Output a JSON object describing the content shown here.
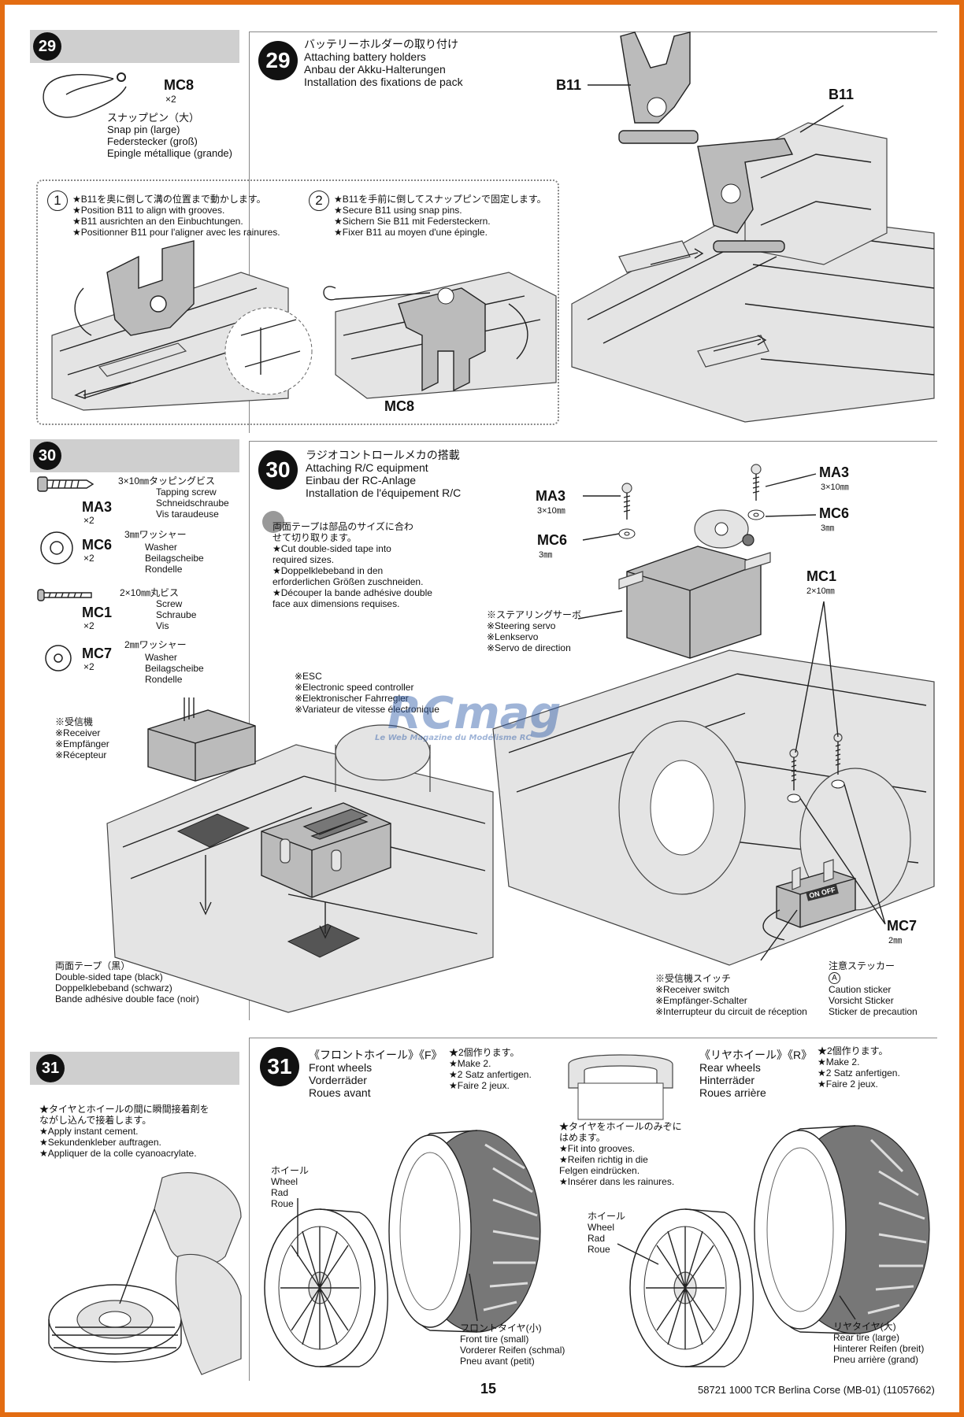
{
  "step29": {
    "number": "29",
    "part": {
      "code": "MC8",
      "qty": "×2",
      "jp": "スナップピン（大）",
      "en": "Snap pin (large)",
      "de": "Federstecker (groß)",
      "fr": "Epingle métallique (grande)"
    },
    "title_jp": "バッテリーホルダーの取り付け",
    "title_en": "Attaching battery holders",
    "title_de": "Anbau der Akku-Halterungen",
    "title_fr": "Installation des fixations de pack",
    "sub1": {
      "num": "1",
      "jp": "★B11を奥に倒して溝の位置まで動かします。",
      "en": "★Position B11 to align with grooves.",
      "de": "★B11 ausrichten an den Einbuchtungen.",
      "fr": "★Positionner B11 pour l'aligner avec les rainures."
    },
    "sub2": {
      "num": "2",
      "jp": "★B11を手前に倒してスナップピンで固定します。",
      "en": "★Secure B11 using snap pins.",
      "de": "★Sichern Sie B11 mit Federsteckern.",
      "fr": "★Fixer B11 au moyen d'une épingle."
    },
    "label_mc8": "MC8",
    "label_b11a": "B11",
    "label_b11b": "B11"
  },
  "step30": {
    "number": "30",
    "parts": [
      {
        "code": "MA3",
        "qty": "×2",
        "size": "3×10㎜タッピングビス",
        "en": "Tapping screw",
        "de": "Schneidschraube",
        "fr": "Vis taraudeuse"
      },
      {
        "code": "MC6",
        "qty": "×2",
        "size": "3㎜ワッシャー",
        "en": "Washer",
        "de": "Beilagscheibe",
        "fr": "Rondelle"
      },
      {
        "code": "MC1",
        "qty": "×2",
        "size": "2×10㎜丸ビス",
        "en": "Screw",
        "de": "Schraube",
        "fr": "Vis"
      },
      {
        "code": "MC7",
        "qty": "×2",
        "size": "2㎜ワッシャー",
        "en": "Washer",
        "de": "Beilagscheibe",
        "fr": "Rondelle"
      }
    ],
    "title_jp": "ラジオコントロールメカの搭載",
    "title_en": "Attaching R/C equipment",
    "title_de": "Einbau der RC-Anlage",
    "title_fr": "Installation de l'équipement R/C",
    "note_jp1": "両面テープは部品のサイズに合わ",
    "note_jp2": "せて切り取ります。",
    "note_en1": "★Cut double-sided tape into",
    "note_en2": "required sizes.",
    "note_de1": "★Doppelklebeband in den",
    "note_de2": "erforderlichen Größen zuschneiden.",
    "note_fr1": "★Découper la bande adhésive double",
    "note_fr2": "face aux dimensions requises.",
    "receiver": {
      "jp": "※受信機",
      "en": "※Receiver",
      "de": "※Empfänger",
      "fr": "※Récepteur"
    },
    "esc": {
      "jp": "※ESC",
      "en": "※Electronic speed controller",
      "de": "※Elektronischer Fahrregler",
      "fr": "※Variateur de vitesse électronique"
    },
    "tape": {
      "jp": "両面テープ（黒）",
      "en": "Double-sided tape (black)",
      "de": "Doppelklebeband (schwarz)",
      "fr": "Bande adhésive double face (noir)"
    },
    "servo": {
      "jp": "※ステアリングサーボ",
      "en": "※Steering servo",
      "de": "※Lenkservo",
      "fr": "※Servo de direction"
    },
    "switch": {
      "jp": "※受信機スイッチ",
      "en": "※Receiver switch",
      "de": "※Empfänger-Schalter",
      "fr": "※Interrupteur du circuit de réception"
    },
    "sticker": {
      "jp": "注意ステッカー",
      "letter": "A",
      "en": "Caution sticker",
      "de": "Vorsicht Sticker",
      "fr": "Sticker de precaution"
    },
    "callouts": {
      "ma3_left": "MA3",
      "ma3_left_size": "3×10㎜",
      "mc6_left": "MC6",
      "mc6_left_size": "3㎜",
      "ma3_right": "MA3",
      "ma3_right_size": "3×10㎜",
      "mc6_right": "MC6",
      "mc6_right_size": "3㎜",
      "mc1": "MC1",
      "mc1_size": "2×10㎜",
      "mc7": "MC7",
      "mc7_size": "2㎜",
      "switch_on": "ON",
      "switch_off": "OFF"
    }
  },
  "step31": {
    "number": "31",
    "cement_jp1": "★タイヤとホイールの間に瞬間接着剤を",
    "cement_jp2": "ながし込んで接着します。",
    "cement_en": "★Apply instant cement.",
    "cement_de": "★Sekundenkleber auftragen.",
    "cement_fr": "★Appliquer de la colle cyanoacrylate.",
    "front": {
      "jp": "《フロントホイール》《F》",
      "en": "Front wheels",
      "de": "Vorderräder",
      "fr": "Roues avant",
      "qty_jp": "★2個作ります。",
      "qty_en": "★Make 2.",
      "qty_de": "★2 Satz anfertigen.",
      "qty_fr": "★Faire 2 jeux."
    },
    "rear": {
      "jp": "《リヤホイール》《R》",
      "en": "Rear wheels",
      "de": "Hinterräder",
      "fr": "Roues arrière",
      "qty_jp": "★2個作ります。",
      "qty_en": "★Make 2.",
      "qty_de": "★2 Satz anfertigen.",
      "qty_fr": "★Faire 2 jeux."
    },
    "fit_jp1": "★タイヤをホイールのみぞに",
    "fit_jp2": "はめます。",
    "fit_en": "★Fit into grooves.",
    "fit_de1": "★Reifen richtig in die",
    "fit_de2": "Felgen eindrücken.",
    "fit_fr": "★Insérer dans les rainures.",
    "wheel_front": {
      "jp": "ホイール",
      "en": "Wheel",
      "de": "Rad",
      "fr": "Roue"
    },
    "wheel_rear": {
      "jp": "ホイール",
      "en": "Wheel",
      "de": "Rad",
      "fr": "Roue"
    },
    "front_tire": {
      "jp": "フロントタイヤ(小)",
      "en": "Front tire (small)",
      "de": "Vorderer Reifen (schmal)",
      "fr": "Pneu avant (petit)"
    },
    "rear_tire": {
      "jp": "リヤタイヤ(大)",
      "en": "Rear tire (large)",
      "de": "Hinterer Reifen (breit)",
      "fr": "Pneu arrière (grand)"
    }
  },
  "footer": {
    "page_number": "15",
    "product": "58721 1000 TCR Berlina Corse (MB-01) (11057662)"
  },
  "watermark": {
    "logo": "RCmag",
    "tagline": "Le Web Magazine du Modélisme RC"
  },
  "colors": {
    "frame": "#e36c12",
    "header_band": "#cfcfcf"
  }
}
